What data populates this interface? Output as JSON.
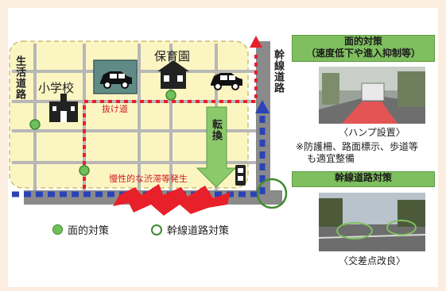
{
  "map": {
    "roads": {
      "local": "生活道路",
      "arterial": "幹線道路"
    },
    "places": {
      "school": "小学校",
      "nursery": "保育園"
    },
    "labels": {
      "cut_through": "抜け道",
      "divert": "転換",
      "congestion": "慢性的な渋滞等発生"
    }
  },
  "legend": {
    "area": "面的対策",
    "arterial": "幹線道路対策"
  },
  "side": {
    "area_header_line1": "面的対策",
    "area_header_line2": "（速度低下や進入抑制等）",
    "hump_caption": "〈ハンプ設置〉",
    "note_line1": "※防護柵、路面標示、歩道等",
    "note_line2": "も適宜整備",
    "arterial_header": "幹線道路対策",
    "intersection_caption": "〈交差点改良〉"
  },
  "colors": {
    "accent_green": "#7fbf5f",
    "route_red": "#e8202a",
    "route_blue": "#2a43b8",
    "area_fill": "#fbf5c2"
  }
}
